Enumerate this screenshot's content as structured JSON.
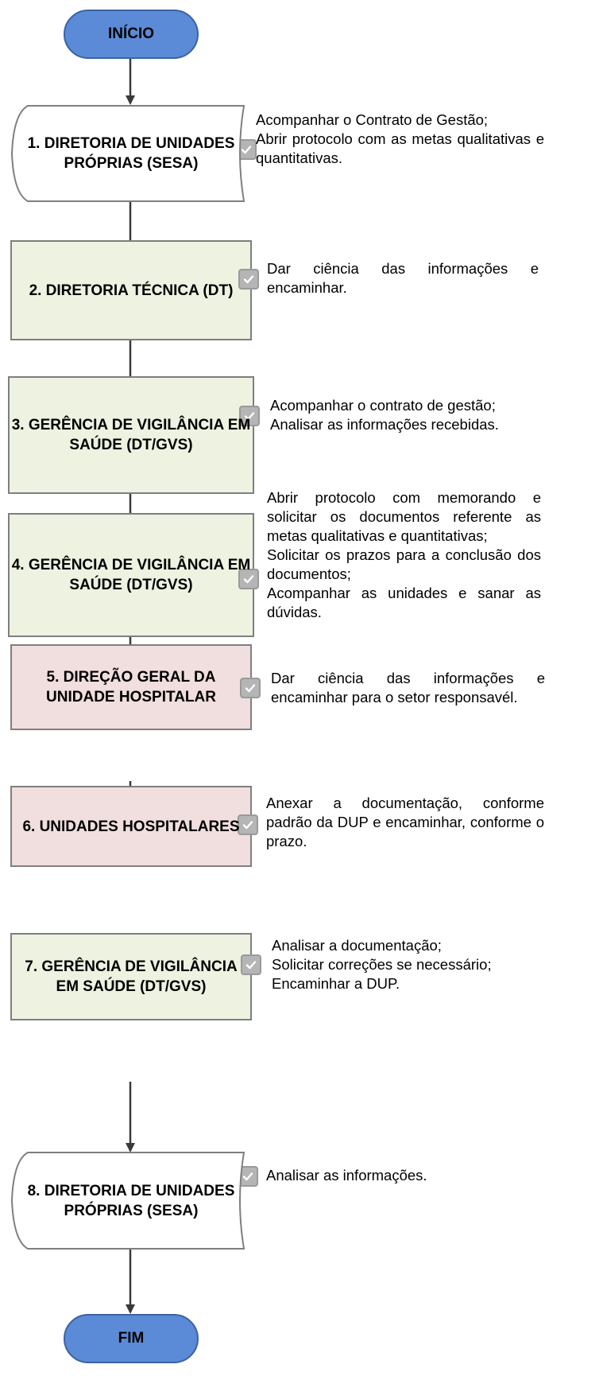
{
  "start": {
    "label": "INÍCIO"
  },
  "end": {
    "label": "FIM"
  },
  "steps": [
    {
      "label": "1. DIRETORIA DE UNIDADES PRÓPRIAS (SESA)",
      "shape": "document",
      "color": "#ffffff",
      "notes": [
        "Acompanhar o Contrato de Gestão;",
        "Abrir protocolo com as metas qualitativas e quantitativas."
      ]
    },
    {
      "label": "2. DIRETORIA TÉCNICA (DT)",
      "shape": "process",
      "color": "#edf2e1",
      "notes": [
        "Dar ciência das informações e encaminhar."
      ]
    },
    {
      "label": "3. GERÊNCIA DE VIGILÂNCIA EM SAÚDE (DT/GVS)",
      "shape": "process",
      "color": "#edf2e1",
      "notes": [
        "Acompanhar o contrato de gestão;",
        "Analisar as informações recebidas."
      ]
    },
    {
      "label": "4. GERÊNCIA DE VIGILÂNCIA EM SAÚDE (DT/GVS)",
      "shape": "process",
      "color": "#edf2e1",
      "notes": [
        "Abrir protocolo com memorando e solicitar os documentos referente as metas qualitativas e quantitativas;",
        "Solicitar os prazos para a conclusão dos documentos;",
        "Acompanhar as unidades e sanar as dúvidas."
      ]
    },
    {
      "label": "5. DIREÇÃO GERAL DA UNIDADE HOSPITALAR",
      "shape": "process",
      "color": "#f1dede",
      "notes": [
        "Dar ciência das informações e encaminhar para o setor responsavél."
      ]
    },
    {
      "label": "6. UNIDADES HOSPITALARES",
      "shape": "process",
      "color": "#f1dede",
      "notes": [
        "Anexar a documentação, conforme padrão da DUP e encaminhar, conforme o prazo."
      ]
    },
    {
      "label": "7. GERÊNCIA DE VIGILÂNCIA EM SAÚDE (DT/GVS)",
      "shape": "process",
      "color": "#edf2e1",
      "notes": [
        "Analisar a documentação;",
        "Solicitar correções se necessário;",
        "Encaminhar a DUP."
      ]
    },
    {
      "label": "8. DIRETORIA DE UNIDADES PRÓPRIAS (SESA)",
      "shape": "document",
      "color": "#ffffff",
      "notes": [
        "Analisar as informações."
      ]
    }
  ]
}
